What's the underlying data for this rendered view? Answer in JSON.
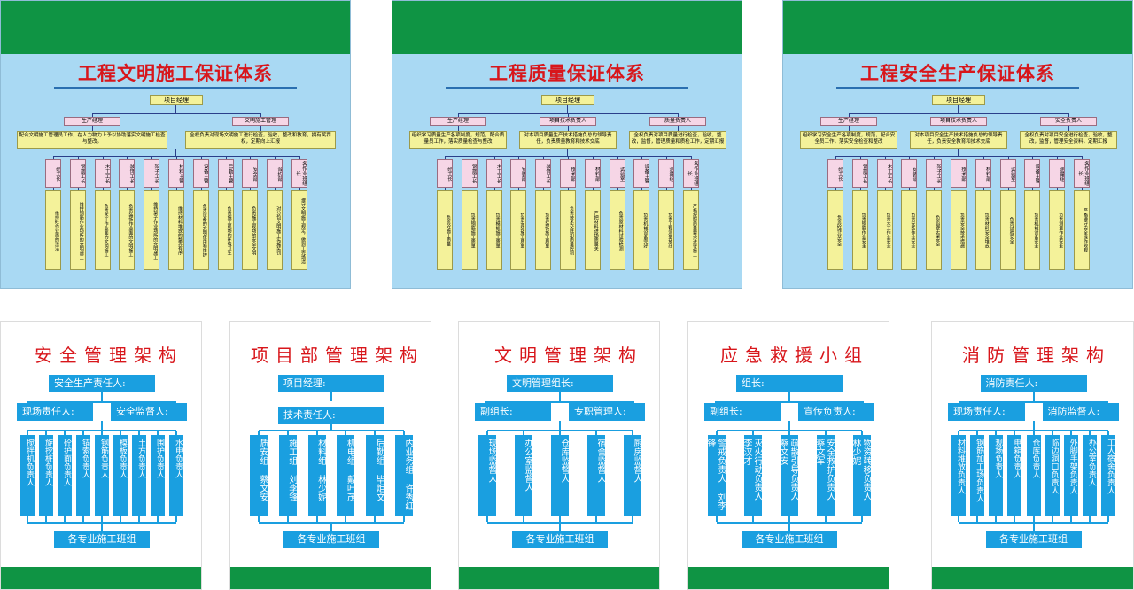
{
  "top": [
    {
      "title": "工程文明施工保证体系",
      "root": "项目经理",
      "mid": [
        "生产经理",
        "文明施工管理"
      ],
      "desc": [
        "配合文明施工管理员工作，在人力物力上予以协助落实文明施工检查与整改。",
        "全权负责对现场文明施工进行检查，验收，整改和教育，拥有奖罚权，定期向上汇报"
      ],
      "cols": [
        "砼工长",
        "钢筋工长",
        "木工工长",
        "装饰工长",
        "架子工长",
        "材料主管",
        "设备主管",
        "后勤主管",
        "安全部",
        "合约部",
        "各作业班组长"
      ],
      "col_desc": [
        "维持砼作业面的清洁",
        "维持钢筋作业场所的文明施工",
        "负责木工作业面的文明施工",
        "负责装饰作业面的文明施工",
        "维持架子作业场所的文明施工",
        "维持材料堆放的整齐有序",
        "负责设备的文明使用和维护",
        "负责施工现场的环境卫生",
        "负责施工现场的安全文明",
        "对分包文明施工实施奖罚",
        "遵守文明施工规定，做到工完场清"
      ]
    },
    {
      "title": "工程质量保证体系",
      "root": "项目经理",
      "mid": [
        "生产经理",
        "项目技术负责人",
        "质量负责人"
      ],
      "desc": [
        "组织学习质量生产各项制度，规范，配合质量员工作，落实质量检查与整改",
        "对本项目质量生产技术措施负总的领导责任，负责质量教育和技术交底",
        "全权负责对项目质量进行检查，验收，整改，监督，管理质量和质检工作，定期汇报"
      ],
      "cols": [
        "砼工长",
        "钢筋工长",
        "木工工长",
        "安装部",
        "装饰工长",
        "技术部",
        "材料部",
        "试验室",
        "设备主管",
        "测量组",
        "各作业班组长"
      ],
      "col_desc": [
        "负责砼施工质量",
        "负责钢筋施工质量",
        "负责模板施工质量",
        "负责安装施工质量",
        "负责装饰施工质量",
        "负责技术交底和质量控制",
        "严把材料进场质量关",
        "负责原材料试验检测",
        "负责机械设备完好",
        "负责工程测量放线",
        "严格按照质量要求进行施工"
      ]
    },
    {
      "title": "工程安全生产保证体系",
      "root": "项目经理",
      "mid": [
        "生产经理",
        "项目技术负责人",
        "安全负责人"
      ],
      "desc": [
        "组织学习安全生产各项制度，规范，配合安全员工作，落实安全检查和整改",
        "对本项目安全生产技术措施负总的领导责任，负责安全教育和技术交底",
        "全权负责对项目安全进行检查，验收，整改，监督，管理安全资料，定期汇报"
      ],
      "cols": [
        "砼工长",
        "钢筋工长",
        "木工工长",
        "安装部",
        "架子工长",
        "技术部",
        "材料部",
        "试验室",
        "设备主管",
        "测量组",
        "各作业班组长"
      ],
      "col_desc": [
        "负责砼作业安全",
        "负责钢筋作业安全",
        "负责木工作业安全",
        "负责安装作业安全",
        "负责脚手架安全",
        "负责安全技术措施",
        "负责材料安全堆放",
        "负责试验安全",
        "负责机械设备安全",
        "负责测量作业安全",
        "严格遵守安全操作规程"
      ]
    }
  ],
  "bottom": [
    {
      "title": "安全管理架构",
      "root": "安全生产责任人:",
      "mid": [
        "现场责任人:",
        "安全监督人:"
      ],
      "cols": [
        "搅拌机负责人",
        "旋挖桩负责人",
        "砼护面负责人",
        "锚索负责人",
        "钢筋负责人",
        "模板负责人",
        "土方负责人",
        "围护负责人",
        "水电负责人"
      ],
      "footer": "各专业施工班组"
    },
    {
      "title": "项目部管理架构",
      "root": "项目经理:",
      "mid": [
        "技术责任人:"
      ],
      "cols": [
        "质安组  蔡文安",
        "施工组  刘李锋",
        "材料组  林少妮",
        "机电组  戴叶茂",
        "后勤组  毕炬文",
        "内业务组  许秀红"
      ],
      "footer": "各专业施工班组"
    },
    {
      "title": "文明管理架构",
      "root": "文明管理组长:",
      "mid": [
        "副组长:",
        "专职管理人:"
      ],
      "cols": [
        "现场监督人",
        "办公室监督人",
        "仓库监督人",
        "宿舍监督人",
        "厨房监督人"
      ],
      "footer": "各专业施工班组"
    },
    {
      "title": "应急救援小组",
      "root": "组长:",
      "mid": [
        "副组长:",
        "宣传负责人:"
      ],
      "cols": [
        "警戒负责人  刘李锋",
        "灭火行动负责人  李汉才",
        "疏散引导负责人  蔡文安",
        "安全救护负责人  蔡文军",
        "物资转移负责人  林少妮"
      ],
      "footer": "各专业施工班组"
    },
    {
      "title": "消防管理架构",
      "root": "消防责任人:",
      "mid": [
        "现场责任人:",
        "消防监督人:"
      ],
      "cols": [
        "材料堆放负责人",
        "钢筋加工场负责人",
        "现场负责人",
        "电箱负责人",
        "仓库负责人",
        "临边洞口负责人",
        "外脚手架负责人",
        "办公室负责人",
        "工人宿舍负责人"
      ],
      "footer": "各专业施工班组"
    }
  ]
}
